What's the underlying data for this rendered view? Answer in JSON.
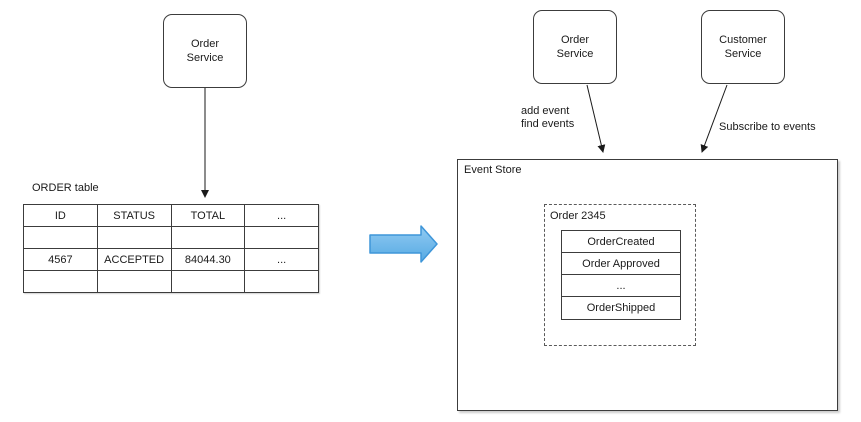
{
  "left": {
    "service_label": "Order Service",
    "table_title": "ORDER table",
    "table": {
      "headers": [
        "ID",
        "STATUS",
        "TOTAL",
        "..."
      ],
      "rows": [
        [
          "",
          "",
          "",
          ""
        ],
        [
          "4567",
          "ACCEPTED",
          "84044.30",
          "..."
        ],
        [
          "",
          "",
          "",
          ""
        ]
      ]
    }
  },
  "right": {
    "order_service_label": "Order Service",
    "customer_service_label": "Customer Service",
    "order_arrow_label_lines": [
      "add event",
      "find events"
    ],
    "customer_arrow_label": "Subscribe to events",
    "event_store": {
      "title": "Event Store",
      "stream": {
        "title": "Order 2345",
        "events": [
          "OrderCreated",
          "Order Approved",
          "...",
          "OrderShipped"
        ]
      }
    }
  },
  "colors": {
    "line": "#1a1a1a",
    "block_arrow_fill_top": "#92cbf2",
    "block_arrow_fill_bottom": "#55a9e3",
    "block_arrow_stroke": "#3e96d9"
  }
}
